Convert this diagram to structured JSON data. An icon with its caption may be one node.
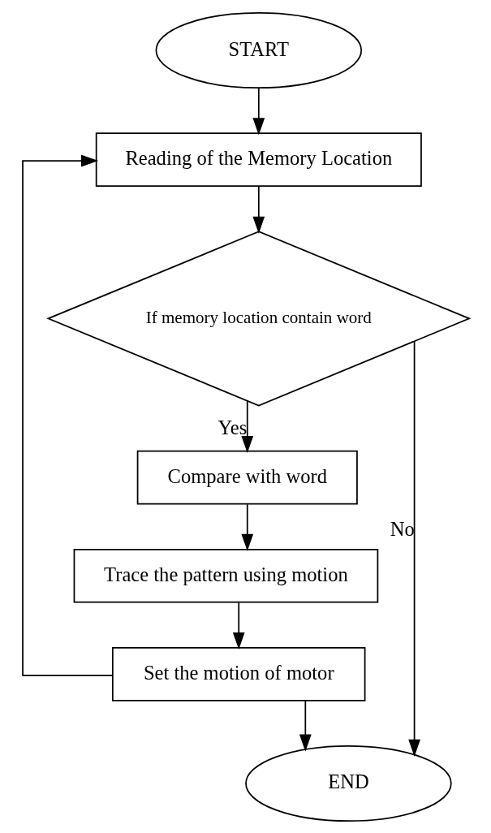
{
  "diagram": {
    "nodes": [
      {
        "text": [
          "START"
        ]
      },
      {
        "text": [
          "Reading of the Memory Location"
        ]
      },
      {
        "text": [
          "If memory location contain word"
        ]
      },
      {
        "text": [
          "Compare with word"
        ]
      },
      {
        "text": [
          "Trace the pattern using motion"
        ]
      },
      {
        "text": [
          "Set the motion of motor"
        ]
      },
      {
        "text": [
          "END"
        ]
      }
    ],
    "edges": [
      {
        "from": 0,
        "to": 1,
        "arrow": "to"
      },
      {
        "from": 1,
        "to": 2,
        "arrow": "to"
      },
      {
        "from": 2,
        "to": 3,
        "arrow": "to",
        "label": "Yes"
      },
      {
        "from": 3,
        "to": 4,
        "arrow": "to"
      },
      {
        "from": 4,
        "to": 5,
        "arrow": "to"
      },
      {
        "from": 5,
        "to": 6,
        "arrow": "to"
      },
      {
        "from": 5,
        "to": 1,
        "arrow": "to"
      },
      {
        "from": 2,
        "to": 6,
        "arrow": "to",
        "label": "No"
      }
    ]
  }
}
